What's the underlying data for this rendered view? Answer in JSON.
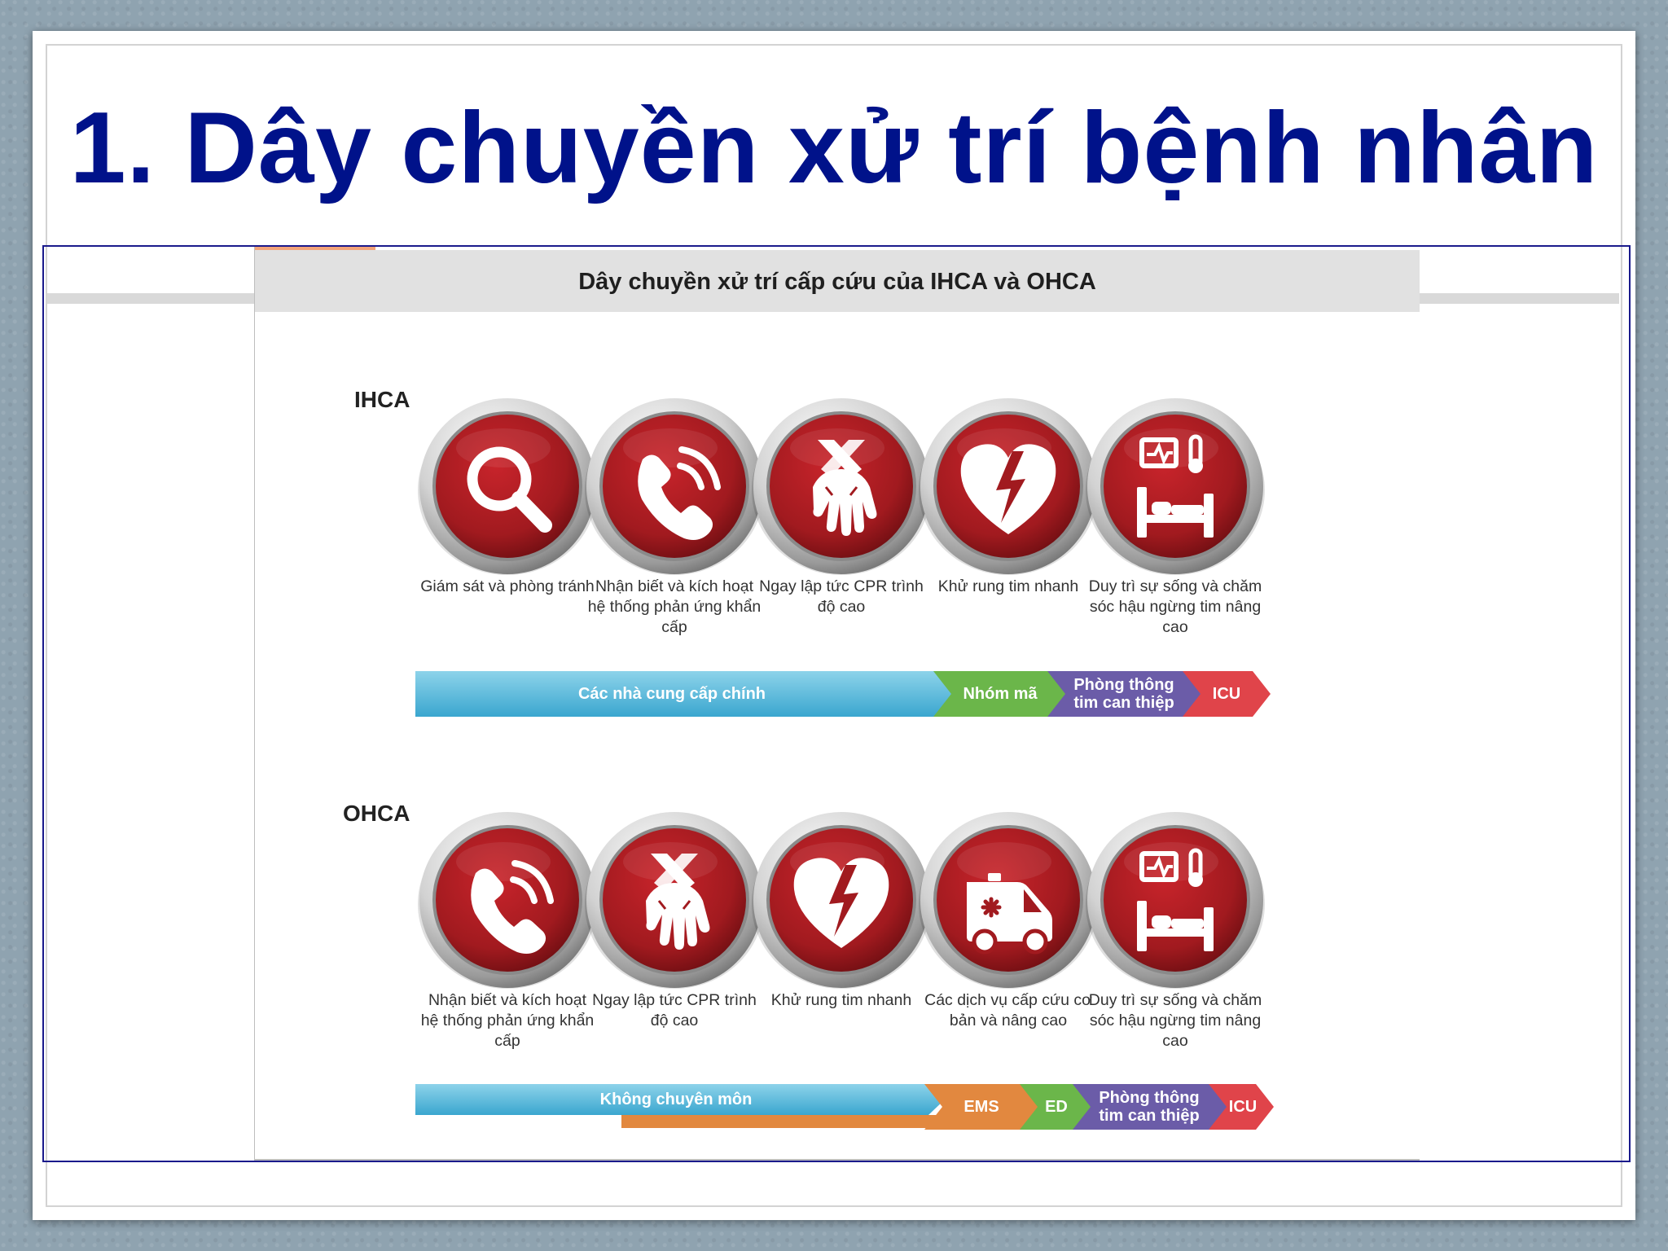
{
  "title": "1. Dây chuyền xử trí bệnh nhân",
  "figure": {
    "header": "Dây chuyền xử trí cấp cứu của IHCA và OHCA",
    "colors": {
      "icon_red": "#a11a1f",
      "blue": "#4fb4d6",
      "green": "#6bb64a",
      "purple": "#6b5ca8",
      "red": "#e0444a",
      "orange": "#e2883f",
      "navy_title": "#00128a"
    },
    "ihca": {
      "label": "IHCA",
      "icons": [
        "magnifier-icon",
        "phone-icon",
        "cpr-hands-icon",
        "heart-defib-icon",
        "hospital-bed-icon"
      ],
      "captions": [
        "Giám sát và phòng tránh",
        "Nhận biết và kích hoạt hệ thống phản ứng khẩn cấp",
        "Ngay lập tức CPR trình độ cao",
        "Khử rung tim nhanh",
        "Duy trì sự sống và chăm sóc hậu ngừng tim nâng cao"
      ],
      "chain": {
        "seg1": "Các nhà cung cấp chính",
        "seg2": "Nhóm mã",
        "seg3": "Phòng thông tim can thiệp",
        "seg4": "ICU"
      }
    },
    "ohca": {
      "label": "OHCA",
      "icons": [
        "phone-icon",
        "cpr-hands-icon",
        "heart-defib-icon",
        "ambulance-icon",
        "hospital-bed-icon"
      ],
      "captions": [
        "Nhận biết và kích hoạt hệ thống phản ứng khẩn cấp",
        "Ngay lập tức CPR trình độ cao",
        "Khử rung tim nhanh",
        "Các dịch vụ cấp cứu cơ bản và nâng cao",
        "Duy trì sự sống và chăm sóc hậu ngừng tim nâng cao"
      ],
      "chain": {
        "seg1": "Không chuyên môn",
        "seg2": "EMS",
        "seg3": "ED",
        "seg4": "Phòng thông tim can thiệp",
        "seg5": "ICU"
      }
    }
  }
}
